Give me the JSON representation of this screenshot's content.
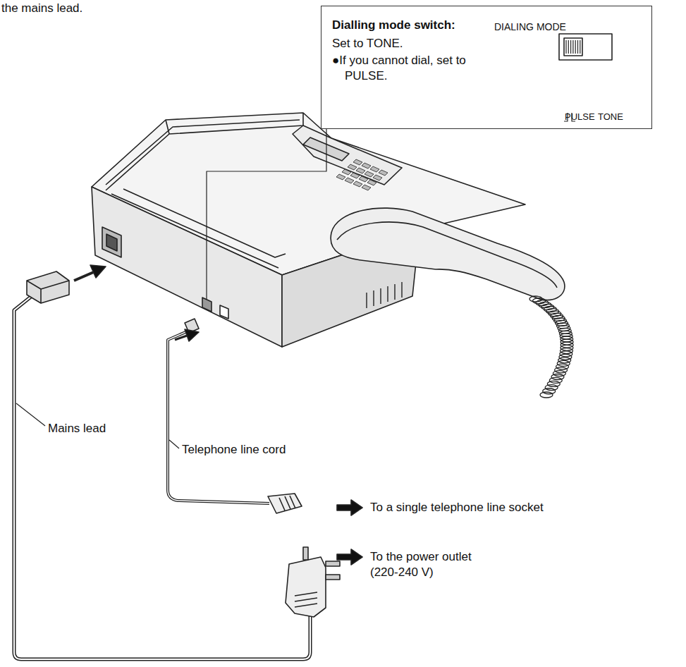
{
  "diagram": {
    "nodes": [
      {
        "text": [
          "Dialling mode switch:",
          "Set to TONE.",
          "●If you cannot dial, set to PULSE.",
          "DIALING MODE",
          "PULSE",
          "TONE"
        ]
      }
    ],
    "labels": [
      "the mains lead.",
      "Mains lead",
      "Telephone line cord",
      "To a single telephone line socket",
      "To the power outlet (220-240 V)"
    ]
  }
}
